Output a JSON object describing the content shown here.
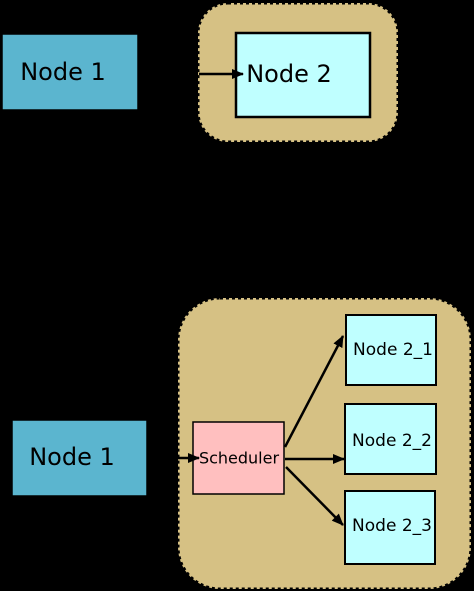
{
  "top_diagram": {
    "node1_label": "Node 1",
    "node2_label": "Node 2"
  },
  "bottom_diagram": {
    "node1_label": "Node 1",
    "scheduler_label": "Scheduler",
    "targets": [
      "Node 2_1",
      "Node 2_2",
      "Node 2_3"
    ]
  },
  "colors": {
    "background": "#000000",
    "container_fill": "#d6c184",
    "source_node_fill": "#5bb5cf",
    "target_node_fill": "#bfffff",
    "scheduler_fill": "#ffbfbf",
    "stroke": "#000000"
  }
}
